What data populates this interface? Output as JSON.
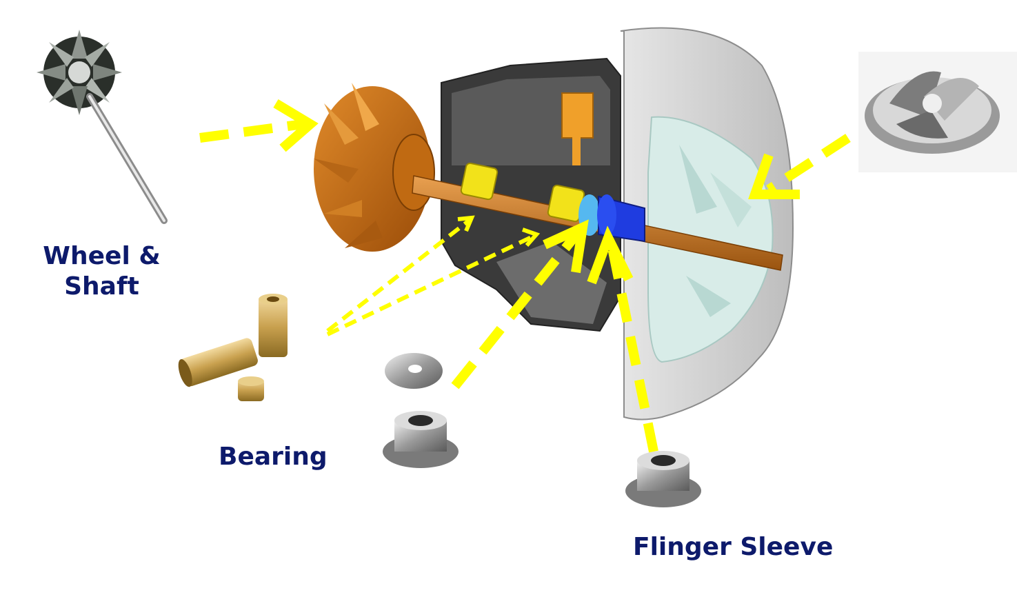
{
  "labels": {
    "wheel_shaft_line1": "Wheel &",
    "wheel_shaft_line2": "Shaft",
    "bearing": "Bearing",
    "flinger_sleeve": "Flinger Sleeve"
  },
  "colors": {
    "label_text": "#0d1a6b",
    "arrow": "#ffff00",
    "turbine_wheel": "#c0680e",
    "housing": "#3a3a3a",
    "compressor_cover": "#cfcfcf",
    "compressor_wheel": "#d8ece8",
    "bearing_yellow": "#f2e21a",
    "flinger_blue": "#1f3ce0",
    "brass": "#c9a45a",
    "steel": "#b8b8b8"
  },
  "icons": [
    "turbine-wheel-shaft-photo",
    "compressor-wheel-photo",
    "brass-bearings-photo",
    "thrust-washer-photo",
    "flinger-sleeve-photo",
    "turbocharger-cutaway"
  ]
}
